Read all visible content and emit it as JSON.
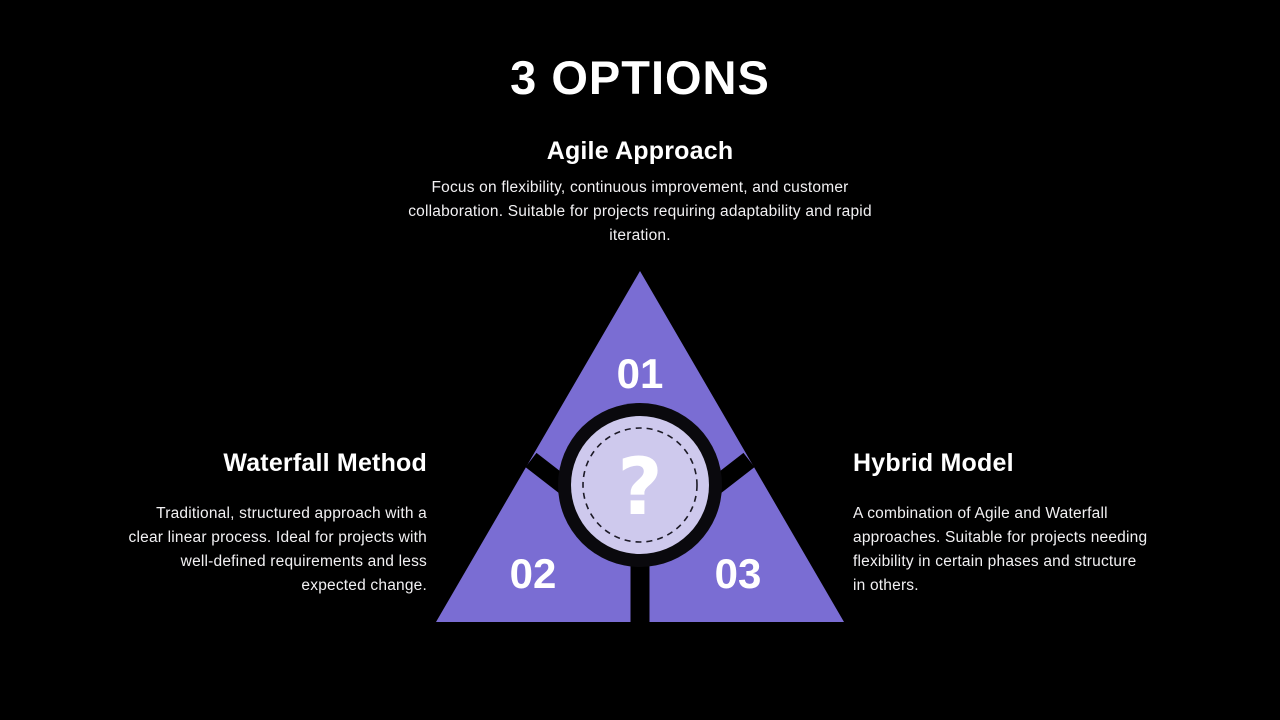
{
  "slide": {
    "title": "3 OPTIONS",
    "center": {
      "symbol": "?"
    },
    "options": [
      {
        "number": "01",
        "title": "Agile Approach",
        "description": "Focus on flexibility, continuous improvement, and customer collaboration. Suitable for projects requiring adaptability and rapid iteration."
      },
      {
        "number": "02",
        "title": "Waterfall Method",
        "description": "Traditional, structured approach with a clear linear process. Ideal for projects with well-defined requirements and less expected change."
      },
      {
        "number": "03",
        "title": "Hybrid Model",
        "description": "A combination of Agile and Waterfall approaches. Suitable for projects needing flexibility in certain phases and structure in others."
      }
    ],
    "colors": {
      "background": "#000000",
      "triangle": "#7a6dd3",
      "inner_circle": "#cec9ed",
      "ring": "#0a090d",
      "dashed_stroke": "#1c1a26",
      "heading_text": "#ffffff",
      "body_text": "#f2f1f3"
    }
  }
}
